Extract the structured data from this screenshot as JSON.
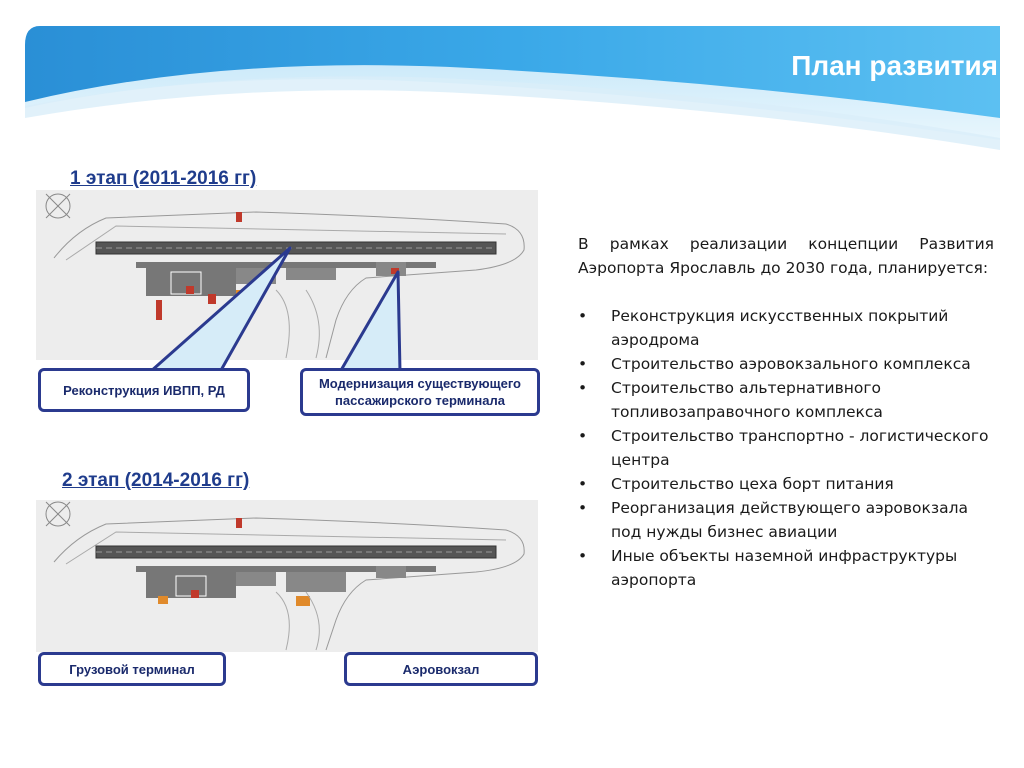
{
  "slide": {
    "title": "План развития"
  },
  "stage1": {
    "title": "1 этап (2011-2016 гг)",
    "callout_left": "Реконструкция ИВПП, РД",
    "callout_right": "Модернизация существующего пассажирского терминала"
  },
  "stage2": {
    "title": "2 этап (2014-2016 гг)",
    "callout_left": "Грузовой терминал",
    "callout_right": "Аэровокзал"
  },
  "plan_text": {
    "intro": "В рамках реализации концепции Развития Аэропорта Ярославль до 2030 года, планируется:",
    "bullet_symbol": "•",
    "items": [
      "Реконструкция искусственных покрытий аэродрома",
      "Строительство аэровокзального комплекса",
      "Строительство альтернативного топливозаправочного комплекса",
      "Строительство транспортно - логистического центра",
      "Строительство цеха борт питания",
      "Реорганизация действующего аэровокзала под нужды бизнес авиации",
      "Иные объекты наземной инфраструктуры аэропорта"
    ]
  },
  "colors": {
    "header_blue": "#2f9fe0",
    "callout_border": "#2b3a8f",
    "callout_fill": "#d6ecf8",
    "stage_title": "#1f3c8c"
  }
}
